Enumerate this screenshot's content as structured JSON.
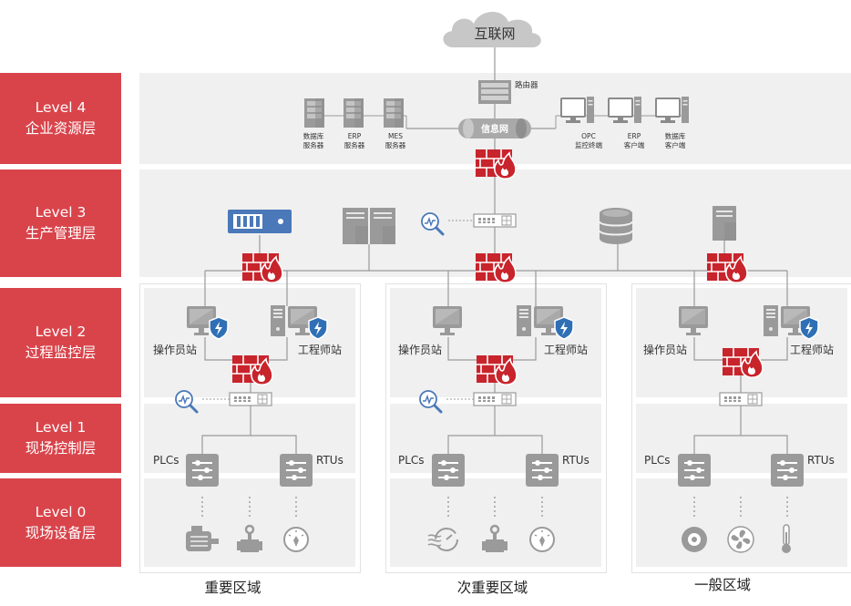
{
  "levels": [
    {
      "line1": "Level 4",
      "line2": "企业资源层"
    },
    {
      "line1": "Level 3",
      "line2": "生产管理层"
    },
    {
      "line1": "Level 2",
      "line2": "过程监控层"
    },
    {
      "line1": "Level 1",
      "line2": "现场控制层"
    },
    {
      "line1": "Level 0",
      "line2": "现场设备层"
    }
  ],
  "cloud_label": "互联网",
  "router_label": "路由器",
  "info_network_label": "信息网",
  "level4_servers": [
    {
      "line1": "数据库",
      "line2": "服务器"
    },
    {
      "line1": "ERP",
      "line2": "服务器"
    },
    {
      "line1": "MES",
      "line2": "服务器"
    }
  ],
  "level4_clients": [
    {
      "line1": "OPC",
      "line2": "监控终端"
    },
    {
      "line1": "ERP",
      "line2": "客户端"
    },
    {
      "line1": "数据库",
      "line2": "客户端"
    }
  ],
  "station_labels": {
    "operator": "操作员站",
    "engineer": "工程师站"
  },
  "controller_labels": {
    "plc": "PLCs",
    "rtu": "RTUs"
  },
  "zones": [
    "重要区域",
    "次重要区域",
    "一般区域"
  ],
  "colors": {
    "accent": "#d9444b",
    "firewall": "#c8242c",
    "device": "#9a9a9a",
    "band": "#f0f0f0",
    "shield": "#2f6fb5",
    "server_blue": "#4a78b8"
  }
}
